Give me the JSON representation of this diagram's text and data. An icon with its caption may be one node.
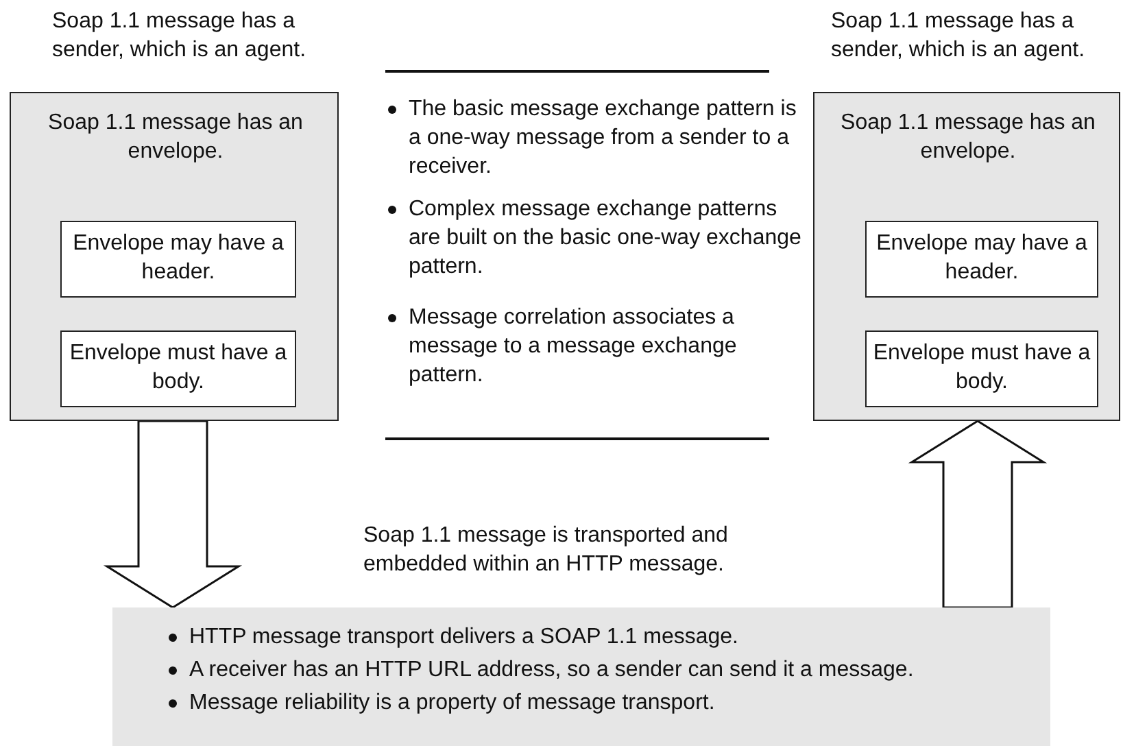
{
  "diagram": {
    "nodes": [
      {
        "text": [
          "Soap 1.1 message has a sender, which is an agent.",
          "Soap 1.1 message has an envelope."
        ]
      },
      {
        "text": [
          "Envelope may have a header."
        ],
        "in": 0
      },
      {
        "text": [
          "Envelope must have a body."
        ],
        "in": 0
      },
      {
        "text": [
          "Soap 1.1 message has a sender, which is an agent.",
          "Soap 1.1 message has an envelope."
        ]
      },
      {
        "text": [
          "Envelope may have a header."
        ],
        "in": 3
      },
      {
        "text": [
          "Envelope must have a body."
        ],
        "in": 3
      },
      {
        "text": [
          "Soap 1.1 message is transported and embedded within an HTTP message.",
          "HTTP message transport delivers a SOAP 1.1 message.",
          "A receiver has an HTTP URL address, so a sender can send it a message.",
          "Message reliability is a property of message transport."
        ]
      }
    ],
    "edges": [
      {
        "from": 0,
        "to": 6,
        "arrow": "to"
      },
      {
        "from": 6,
        "to": 3,
        "arrow": "to"
      }
    ],
    "labels": [
      "The basic message exchange pattern is a one-way message from a sender to a receiver.",
      "Complex message exchange patterns are built on the basic one-way exchange pattern.",
      "Message correlation associates a message to a message exchange pattern."
    ]
  }
}
